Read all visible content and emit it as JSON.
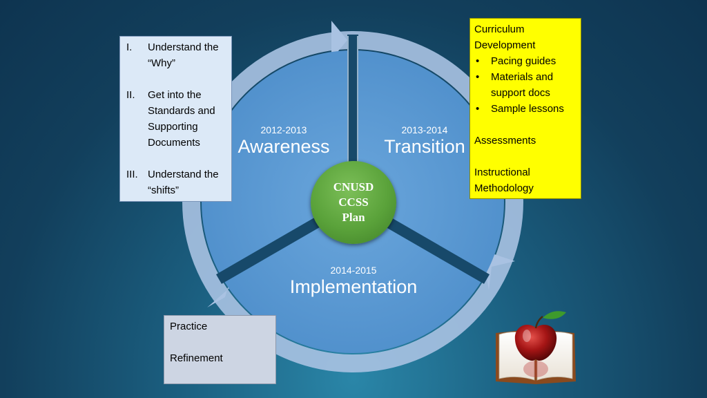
{
  "diagram": {
    "center": {
      "lines": [
        "CNUSD",
        "CCSS",
        "Plan"
      ]
    },
    "phases": [
      {
        "id": "awareness",
        "year": "2012-2013",
        "name": "Awareness"
      },
      {
        "id": "transition",
        "year": "2013-2014",
        "name": "Transition"
      },
      {
        "id": "implementation",
        "year": "2014-2015",
        "name": "Implementation"
      }
    ]
  },
  "awareness_box": {
    "items": [
      {
        "num": "I.",
        "text": "Understand the “Why”"
      },
      {
        "num": "II.",
        "text": "Get into the Standards and Supporting Documents"
      },
      {
        "num": "III.",
        "text": "Understand the “shifts”"
      }
    ]
  },
  "transition_box": {
    "heading": "Curriculum Development",
    "bullets": [
      "Pacing guides",
      "Materials and support docs",
      "Sample lessons"
    ],
    "assessments": "Assessments",
    "methodology": "Instructional Methodology"
  },
  "implementation_box": {
    "lines": [
      "Practice",
      "Refinement"
    ]
  },
  "colors": {
    "segment": "#5b9bd5",
    "ring": "#a9c2e2",
    "center": "#5aa23a",
    "yellow_box": "#ffff00",
    "left_box": "#dce9f7",
    "bottom_box": "#cdd5e3"
  },
  "icons": [
    "apple-on-book-icon"
  ]
}
